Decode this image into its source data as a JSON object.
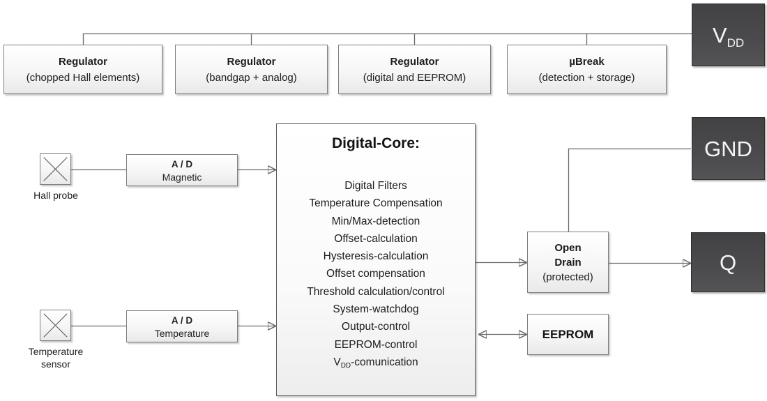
{
  "top_row": {
    "boxes": [
      {
        "title": "Regulator",
        "subtitle": "(chopped Hall elements)"
      },
      {
        "title": "Regulator",
        "subtitle": "(bandgap + analog)"
      },
      {
        "title": "Regulator",
        "subtitle": "(digital and EEPROM)"
      },
      {
        "title": "µBreak",
        "subtitle": "(detection + storage)"
      }
    ]
  },
  "power_pins": {
    "vdd": {
      "main": "V",
      "sub": "DD"
    },
    "gnd": "GND",
    "q": "Q"
  },
  "digital_core": {
    "title": "Digital-Core:",
    "functions": [
      "Digital Filters",
      "Temperature Compensation",
      "Min/Max-detection",
      "Offset-calculation",
      "Hysteresis-calculation",
      "Offset compensation",
      "Threshold calculation/control",
      "System-watchdog",
      "Output-control",
      "EEPROM-control"
    ],
    "vdd_function": {
      "prefix": "V",
      "sub": "DD",
      "suffix": "-comunication"
    }
  },
  "sensors": {
    "hall": {
      "label": "Hall probe"
    },
    "temperature": {
      "label_line1": "Temperature",
      "label_line2": "sensor"
    }
  },
  "adc": {
    "magnetic": {
      "line1": "A / D",
      "line2": "Magnetic"
    },
    "temperature": {
      "line1": "A / D",
      "line2": "Temperature"
    }
  },
  "output_stage": {
    "open_drain": {
      "line1": "Open",
      "line2": "Drain",
      "line3": "(protected)"
    }
  },
  "memory": {
    "eeprom": "EEPROM"
  },
  "icons": {
    "hall_probe": "x-cross",
    "temperature_sensor": "x-cross"
  },
  "colors": {
    "dark_pin_box": "#4b4b4e",
    "light_box_border": "#7f7f7f",
    "wire": "#6a6a6a",
    "arrowhead": "#2d2d2d"
  }
}
